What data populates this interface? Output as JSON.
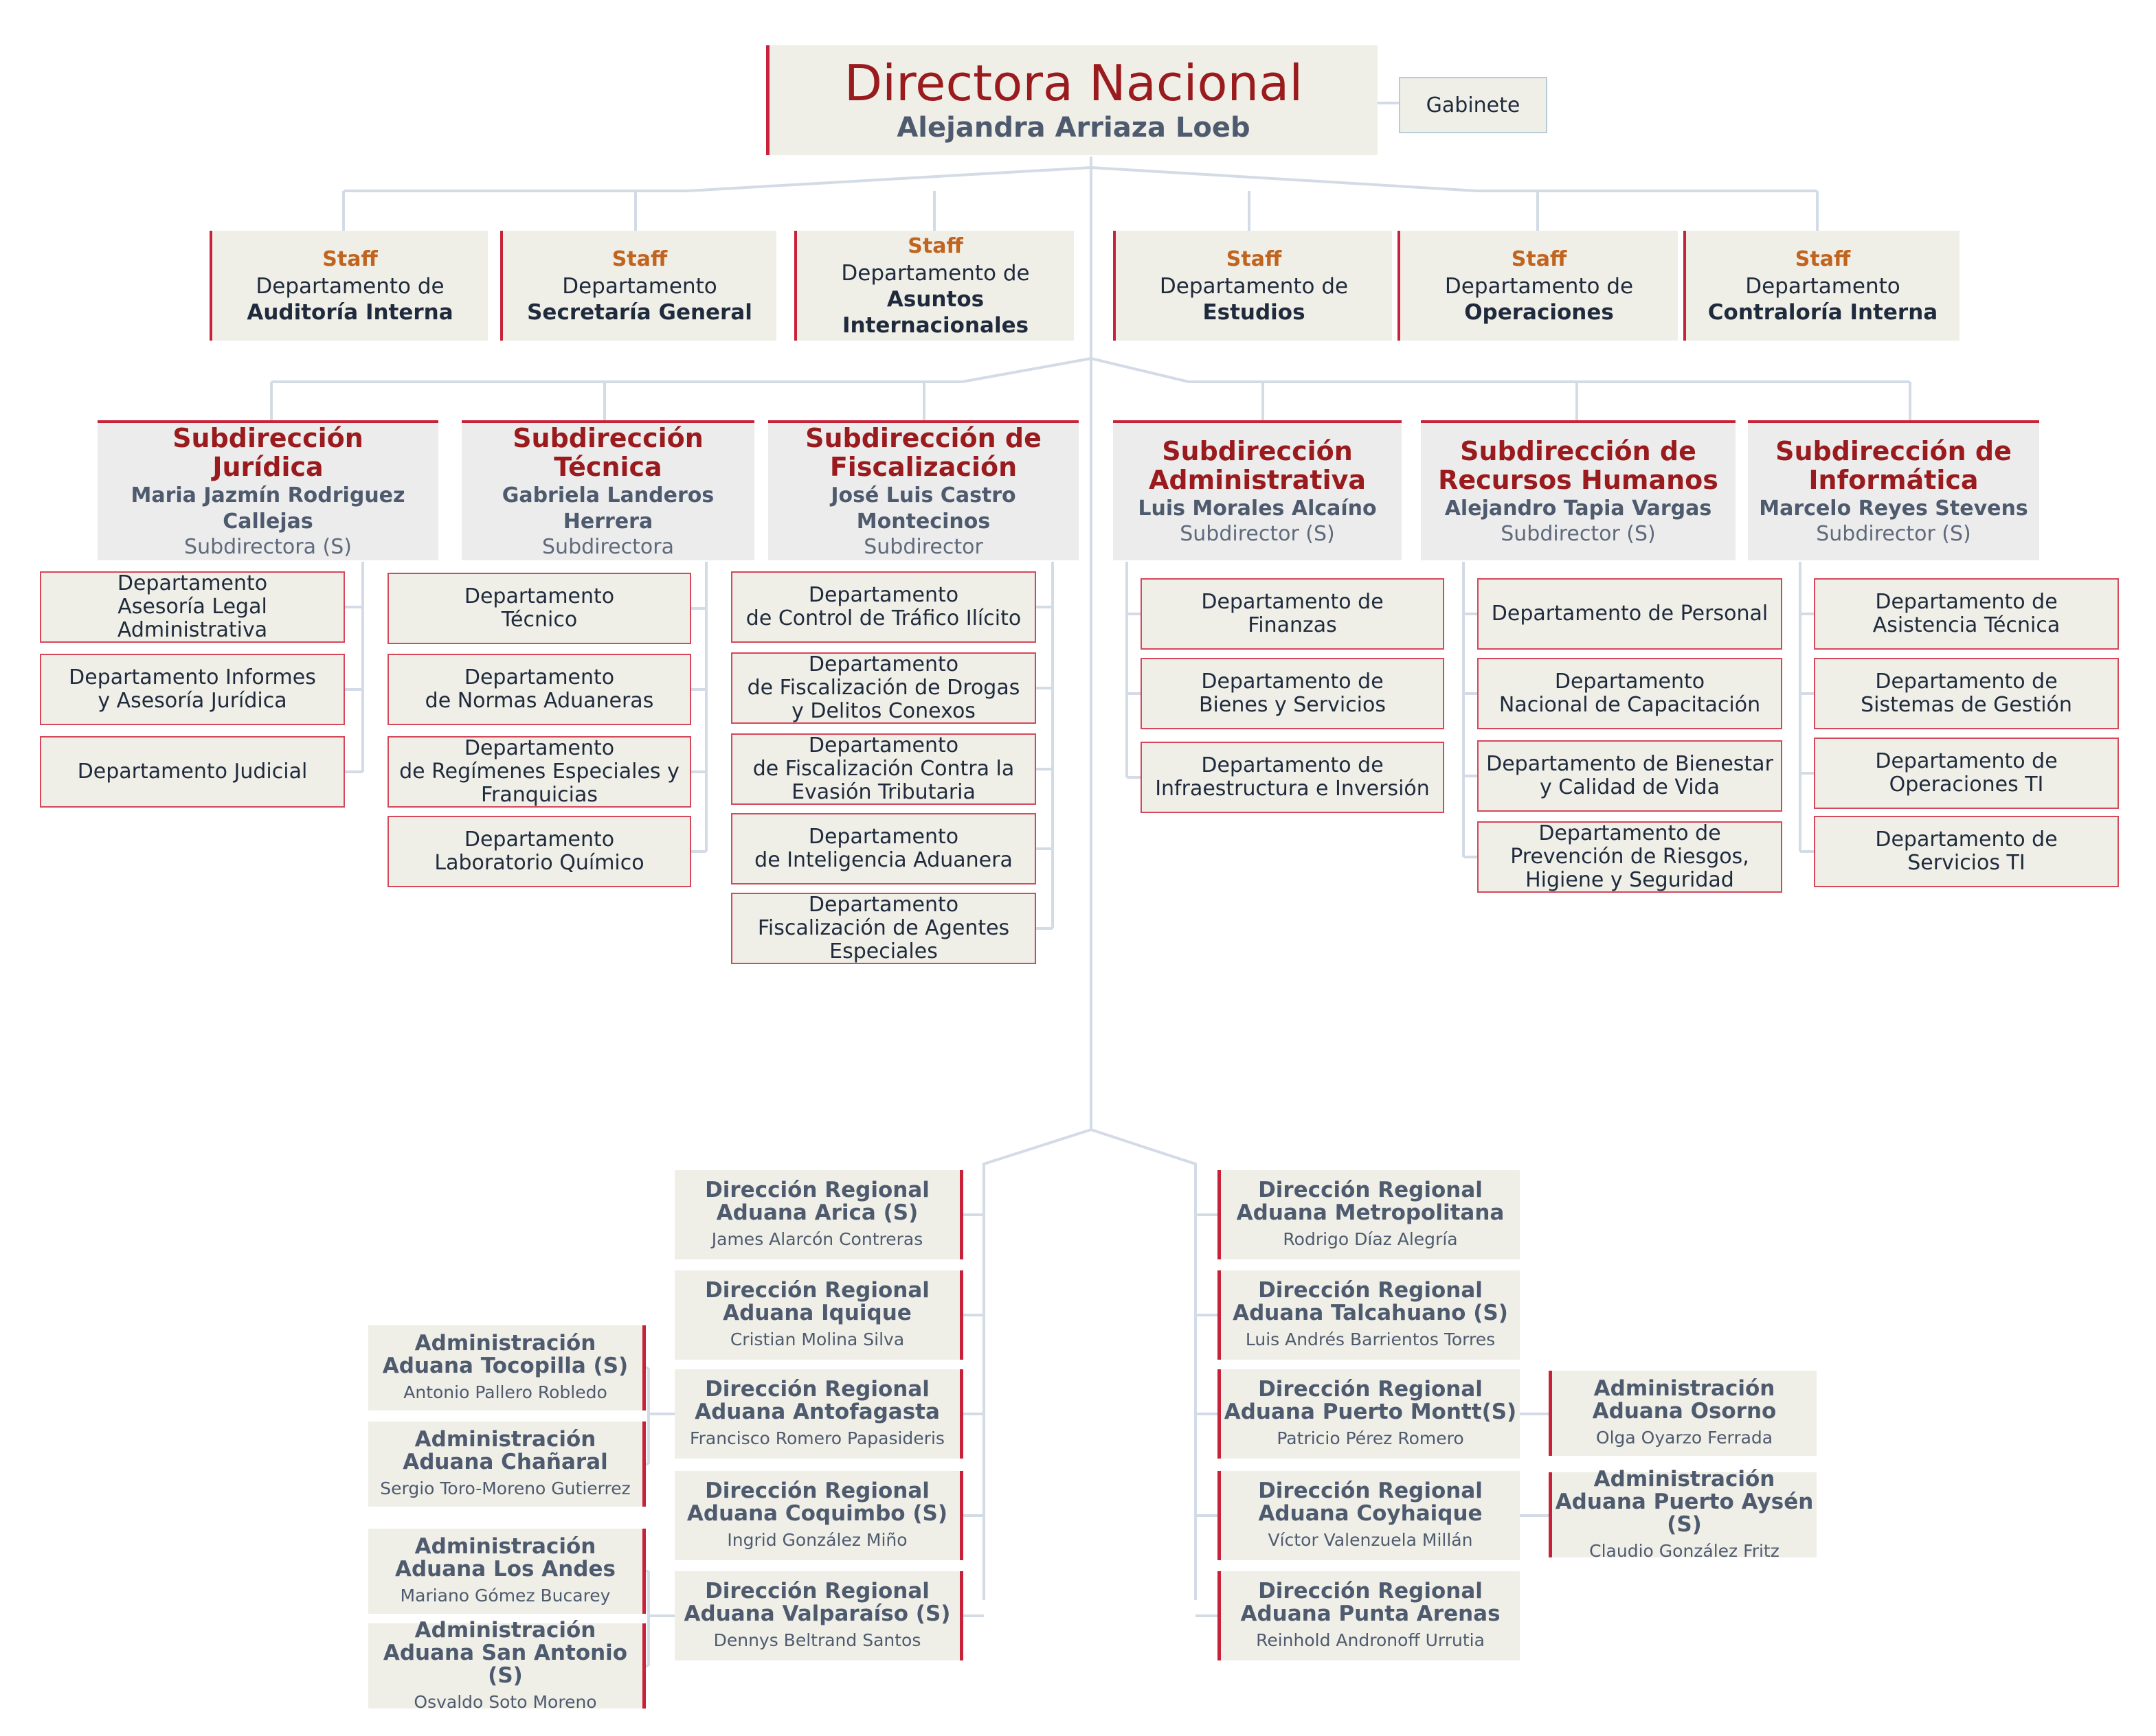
{
  "director": {
    "title": "Directora Nacional",
    "name": "Alejandra Arriaza Loeb"
  },
  "gabinete": {
    "label": "Gabinete"
  },
  "staff": [
    {
      "tag": "Staff",
      "line1": "Departamento de",
      "line2": "Auditoría Interna"
    },
    {
      "tag": "Staff",
      "line1": "Departamento",
      "line2": "Secretaría General"
    },
    {
      "tag": "Staff",
      "line1": "Departamento de",
      "line2": "Asuntos Internacionales"
    },
    {
      "tag": "Staff",
      "line1": "Departamento de",
      "line2": "Estudios"
    },
    {
      "tag": "Staff",
      "line1": "Departamento de",
      "line2": "Operaciones"
    },
    {
      "tag": "Staff",
      "line1": "Departamento",
      "line2": "Contraloría Interna"
    }
  ],
  "subdirecciones": [
    {
      "line1": "Subdirección",
      "line2": "Jurídica",
      "person": "Maria Jazmín Rodriguez Callejas",
      "role": "Subdirectora (S)",
      "depts": [
        [
          "Departamento",
          "Asesoría Legal Administrativa"
        ],
        [
          "Departamento Informes",
          "y Asesoría Jurídica"
        ],
        [
          "Departamento Judicial"
        ]
      ]
    },
    {
      "line1": "Subdirección",
      "line2": "Técnica",
      "person": "Gabriela Landeros Herrera",
      "role": "Subdirectora",
      "depts": [
        [
          "Departamento",
          "Técnico"
        ],
        [
          "Departamento",
          "de Normas Aduaneras"
        ],
        [
          "Departamento",
          "de Regímenes Especiales y",
          "Franquicias"
        ],
        [
          "Departamento",
          "Laboratorio Químico"
        ]
      ]
    },
    {
      "line1": "Subdirección de",
      "line2": "Fiscalización",
      "person": "José Luis Castro Montecinos",
      "role": "Subdirector",
      "depts": [
        [
          "Departamento",
          "de Control de Tráfico Ilícito"
        ],
        [
          "Departamento",
          "de Fiscalización de Drogas",
          "y Delitos Conexos"
        ],
        [
          "Departamento",
          "de Fiscalización Contra la",
          "Evasión Tributaria"
        ],
        [
          "Departamento",
          "de Inteligencia Aduanera"
        ],
        [
          "Departamento",
          "Fiscalización de Agentes",
          "Especiales"
        ]
      ]
    },
    {
      "line1": "Subdirección",
      "line2": "Administrativa",
      "person": "Luis Morales Alcaíno",
      "role": "Subdirector (S)",
      "depts": [
        [
          "Departamento de",
          "Finanzas"
        ],
        [
          "Departamento de",
          "Bienes y Servicios"
        ],
        [
          "Departamento de",
          "Infraestructura e Inversión"
        ]
      ]
    },
    {
      "line1": "Subdirección de",
      "line2": "Recursos Humanos",
      "person": "Alejandro Tapia Vargas",
      "role": "Subdirector (S)",
      "depts": [
        [
          "Departamento de Personal"
        ],
        [
          "Departamento",
          "Nacional de Capacitación"
        ],
        [
          "Departamento de Bienestar",
          "y Calidad de Vida"
        ],
        [
          "Departamento de",
          "Prevención de Riesgos,",
          "Higiene y Seguridad"
        ]
      ]
    },
    {
      "line1": "Subdirección de",
      "line2": "Informática",
      "person": "Marcelo Reyes Stevens",
      "role": "Subdirector (S)",
      "depts": [
        [
          "Departamento de",
          "Asistencia Técnica"
        ],
        [
          "Departamento de",
          "Sistemas de Gestión"
        ],
        [
          "Departamento de",
          "Operaciones TI"
        ],
        [
          "Departamento de",
          "Servicios TI"
        ]
      ]
    }
  ],
  "regionales_izq": [
    {
      "line1": "Dirección Regional",
      "line2": "Aduana Arica (S)",
      "person": "James Alarcón Contreras"
    },
    {
      "line1": "Dirección Regional",
      "line2": "Aduana Iquique",
      "person": "Cristian Molina Silva"
    },
    {
      "line1": "Dirección Regional",
      "line2": "Aduana Antofagasta",
      "person": "Francisco Romero Papasideris"
    },
    {
      "line1": "Dirección Regional",
      "line2": "Aduana Coquimbo (S)",
      "person": "Ingrid González Miño"
    },
    {
      "line1": "Dirección Regional",
      "line2": "Aduana Valparaíso (S)",
      "person": "Dennys Beltrand Santos"
    }
  ],
  "regionales_der": [
    {
      "line1": "Dirección Regional",
      "line2": "Aduana Metropolitana",
      "person": "Rodrigo Díaz Alegría"
    },
    {
      "line1": "Dirección Regional",
      "line2": "Aduana Talcahuano (S)",
      "person": "Luis Andrés Barrientos Torres"
    },
    {
      "line1": "Dirección Regional",
      "line2": "Aduana Puerto Montt(S)",
      "person": "Patricio Pérez Romero"
    },
    {
      "line1": "Dirección Regional",
      "line2": "Aduana Coyhaique",
      "person": "Víctor Valenzuela Millán"
    },
    {
      "line1": "Dirección Regional",
      "line2": "Aduana Punta Arenas",
      "person": "Reinhold Andronoff Urrutia"
    }
  ],
  "administraciones_izq": [
    {
      "line1": "Administración",
      "line2": "Aduana Tocopilla (S)",
      "person": "Antonio Pallero Robledo"
    },
    {
      "line1": "Administración",
      "line2": "Aduana Chañaral",
      "person": "Sergio Toro-Moreno Gutierrez"
    },
    {
      "line1": "Administración",
      "line2": "Aduana Los Andes",
      "person": "Mariano Gómez Bucarey"
    },
    {
      "line1": "Administración",
      "line2": "Aduana San Antonio (S)",
      "person": "Osvaldo Soto Moreno"
    }
  ],
  "administraciones_der": [
    {
      "line1": "Administración",
      "line2": "Aduana Osorno",
      "person": "Olga Oyarzo Ferrada"
    },
    {
      "line1": "Administración",
      "line2": "Aduana Puerto Aysén (S)",
      "person": "Claudio González Fritz"
    }
  ],
  "colors": {
    "accent": "#c8223a",
    "title": "#9a1b1e",
    "staff": "#c0641f",
    "connector": "#d3dbe6",
    "box": "#efefe8"
  }
}
